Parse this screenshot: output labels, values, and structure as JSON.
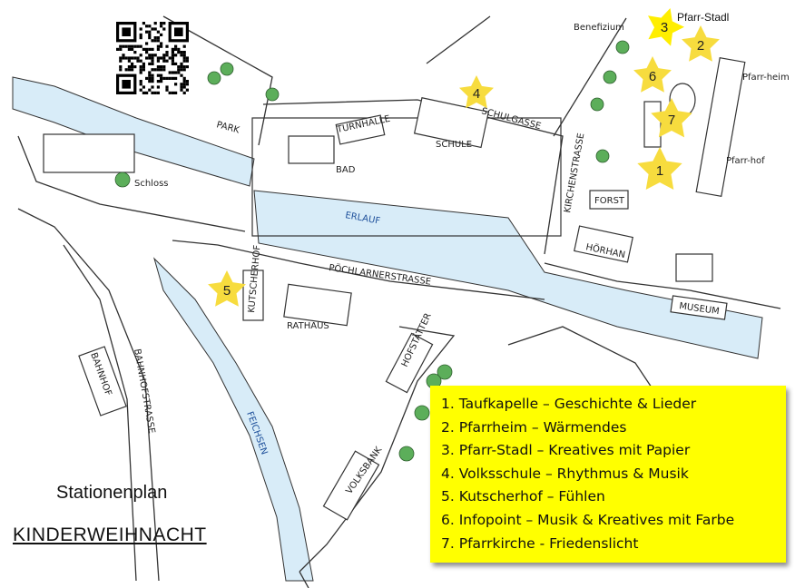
{
  "title": "Stationenplan",
  "subtitle": "KINDERWEIHNACHT",
  "legend": [
    "1. Taufkapelle – Geschichte & Lieder",
    "2. Pfarrheim – Wärmendes",
    "3. Pfarr-Stadl – Kreatives mit Papier",
    "4. Volksschule – Rhythmus & Musik",
    "5. Kutscherhof – Fühlen",
    "6. Infopoint – Musik & Kreatives mit Farbe",
    "7. Pfarrkirche - Friedenslicht"
  ],
  "stars": [
    "1",
    "2",
    "3",
    "4",
    "5",
    "6",
    "7"
  ],
  "map_labels": {
    "pfarr_stadl": "Pfarr-Stadl",
    "benefizium": "Benefizium",
    "pfarrheim": "Pfarr-heim",
    "pfarrhof": "Pfarr-hof",
    "park": "PARK",
    "schloss": "Schloss",
    "turnhalle": "TURNHALLE",
    "bad": "BAD",
    "schule": "SCHULE",
    "schulgasse": "SCHULGASSE",
    "erlauf": "ERLAUF",
    "kirchenstrasse": "KIRCHENSTRASSE",
    "forst": "FORST",
    "hoerhan": "HÖRHAN",
    "museum": "MUSEUM",
    "poechlarnerstrasse": "PÖCHLARNERSTRASSE",
    "kutscherhof": "KUTSCHERHOF",
    "rathaus": "RATHAUS",
    "bahnhof": "BAHNHOF",
    "bahnhofstrasse": "BAHNHOFSTRASSE",
    "feichsen": "FEICHSEN",
    "hofstaetter": "HOFSTÄTTER",
    "volksbank": "VOLKSBANK"
  },
  "colors": {
    "star": "#f7dc3e",
    "legend_bg": "#ffff00",
    "river": "#d8ecf8"
  }
}
